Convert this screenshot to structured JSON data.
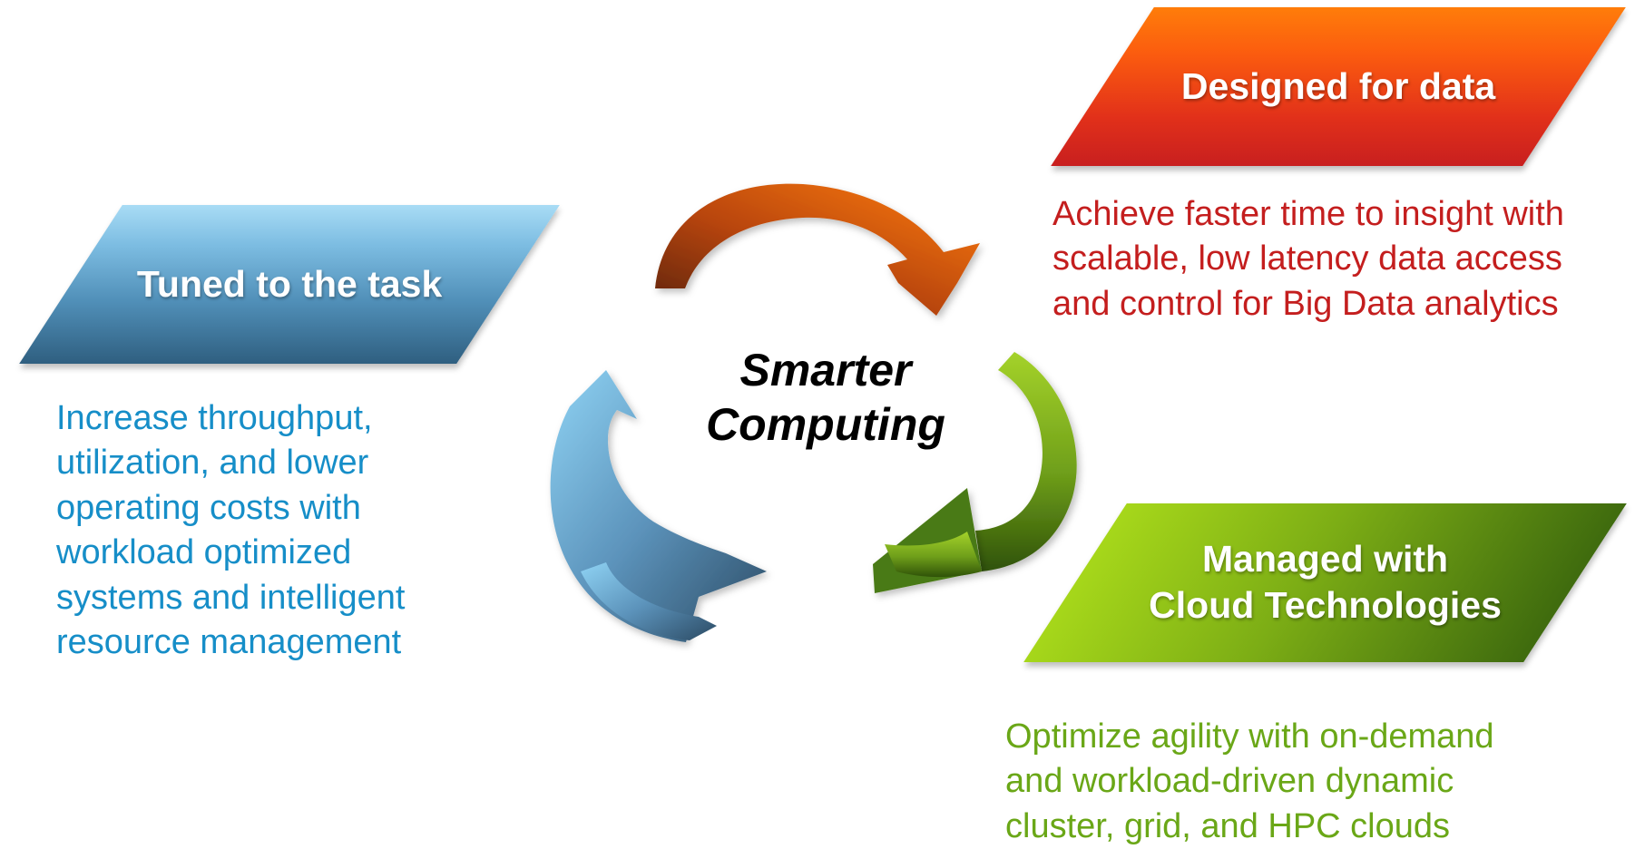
{
  "center": {
    "label": "Smarter\nComputing"
  },
  "boxes": {
    "tuned": {
      "title": "Tuned to the task",
      "description": "Increase throughput,\nutilization, and lower\noperating costs with\nworkload optimized\nsystems and intelligent\nresource management"
    },
    "designed": {
      "title": "Designed for data",
      "description": "Achieve faster time to insight with\nscalable, low latency data access\nand control for Big Data analytics"
    },
    "managed": {
      "title": "Managed with\nCloud Technologies",
      "description": "Optimize agility with on-demand\nand workload-driven dynamic\ncluster, grid, and HPC clouds"
    }
  },
  "colors": {
    "tuned_accent": "#168ec8",
    "designed_accent": "#c41e1e",
    "managed_accent": "#6aa717",
    "arrow_orange": "#ef6a10",
    "arrow_green": "#78b51c",
    "arrow_blue": "#5f9fc8"
  },
  "icons": {
    "top_arrow": "curved-arrow-icon",
    "right_arrow": "curved-arrow-icon",
    "left_arrow": "curved-arrow-icon"
  }
}
